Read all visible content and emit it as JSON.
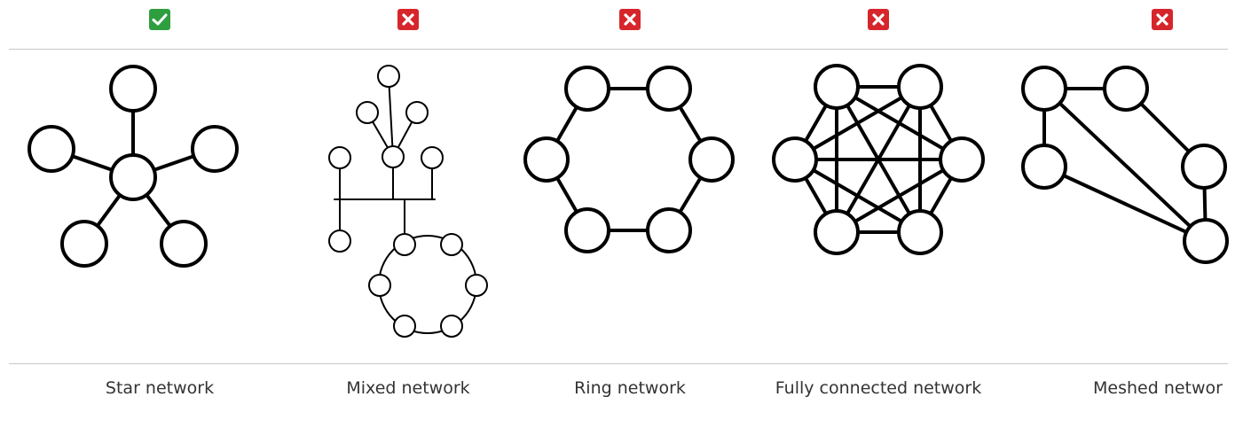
{
  "columns": [
    {
      "label": "Star network",
      "status": "correct",
      "status_icon": "checkmark-icon",
      "status_color": "#2e9e3f"
    },
    {
      "label": "Mixed network",
      "status": "incorrect",
      "status_icon": "x-icon",
      "status_color": "#d6262c"
    },
    {
      "label": "Ring network",
      "status": "incorrect",
      "status_icon": "x-icon",
      "status_color": "#d6262c"
    },
    {
      "label": "Fully connected network",
      "status": "incorrect",
      "status_icon": "x-icon",
      "status_color": "#d6262c"
    },
    {
      "label": "Meshed networ",
      "status": "incorrect",
      "status_icon": "x-icon",
      "status_color": "#d6262c"
    }
  ]
}
